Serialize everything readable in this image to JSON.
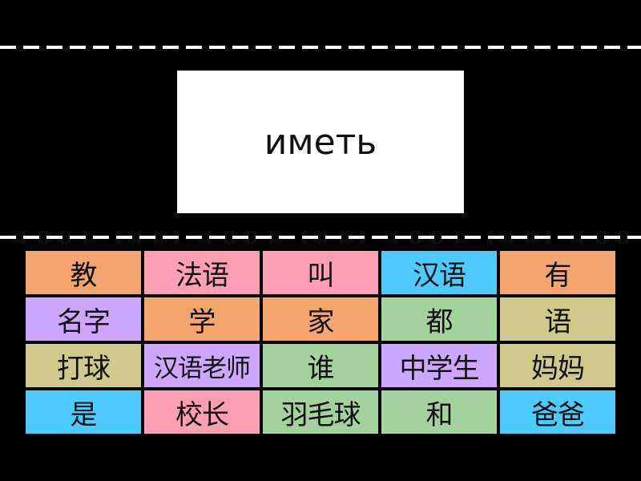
{
  "prompt": "иметь",
  "colors": {
    "orange": "#f5a66e",
    "pink": "#ff9fb3",
    "blue": "#4dcbff",
    "purple": "#cda7ff",
    "green": "#a3d39c",
    "olive": "#cfc98b"
  },
  "tiles": [
    {
      "label": "教",
      "color": "orange"
    },
    {
      "label": "法语",
      "color": "pink"
    },
    {
      "label": "叫",
      "color": "pink"
    },
    {
      "label": "汉语",
      "color": "blue"
    },
    {
      "label": "有",
      "color": "orange"
    },
    {
      "label": "名字",
      "color": "purple"
    },
    {
      "label": "学",
      "color": "orange"
    },
    {
      "label": "家",
      "color": "orange"
    },
    {
      "label": "都",
      "color": "green"
    },
    {
      "label": "语",
      "color": "olive"
    },
    {
      "label": "打球",
      "color": "olive"
    },
    {
      "label": "汉语老师",
      "color": "purple"
    },
    {
      "label": "谁",
      "color": "green"
    },
    {
      "label": "中学生",
      "color": "purple"
    },
    {
      "label": "妈妈",
      "color": "olive"
    },
    {
      "label": "是",
      "color": "blue"
    },
    {
      "label": "校长",
      "color": "pink"
    },
    {
      "label": "羽毛球",
      "color": "green"
    },
    {
      "label": "和",
      "color": "green"
    },
    {
      "label": "爸爸",
      "color": "blue"
    }
  ]
}
